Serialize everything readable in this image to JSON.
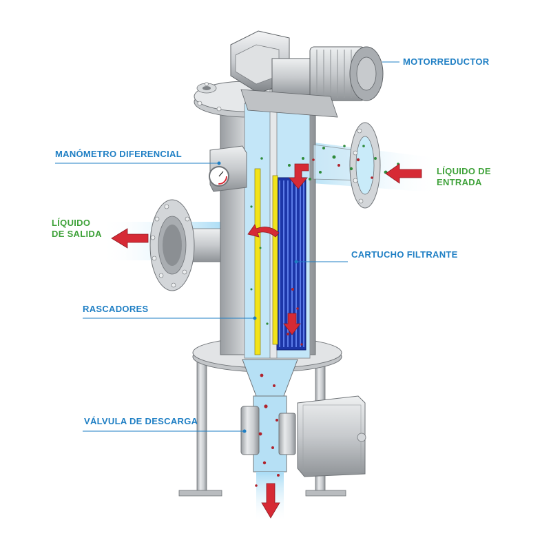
{
  "labels": {
    "motorreductor": "MOTORREDUCTOR",
    "manometro": "MANÓMETRO DIFERENCIAL",
    "liquido_entrada_1": "LÍQUIDO DE",
    "liquido_entrada_2": "ENTRADA",
    "liquido_salida_1": "LÍQUIDO",
    "liquido_salida_2": "DE SALIDA",
    "cartucho": "CARTUCHO FILTRANTE",
    "rascadores": "RASCADORES",
    "valvula": "VÁLVULA DE DESCARGA"
  },
  "colors": {
    "label_blue": "#1f7fc4",
    "label_green": "#3fa23a",
    "liquid": "#bfe3f7",
    "steel": "#d4d6d8",
    "cartridge": "#2344b8",
    "scraper": "#f3e41c",
    "arrow": "#d62a35",
    "particles": "#2e8b3a"
  }
}
